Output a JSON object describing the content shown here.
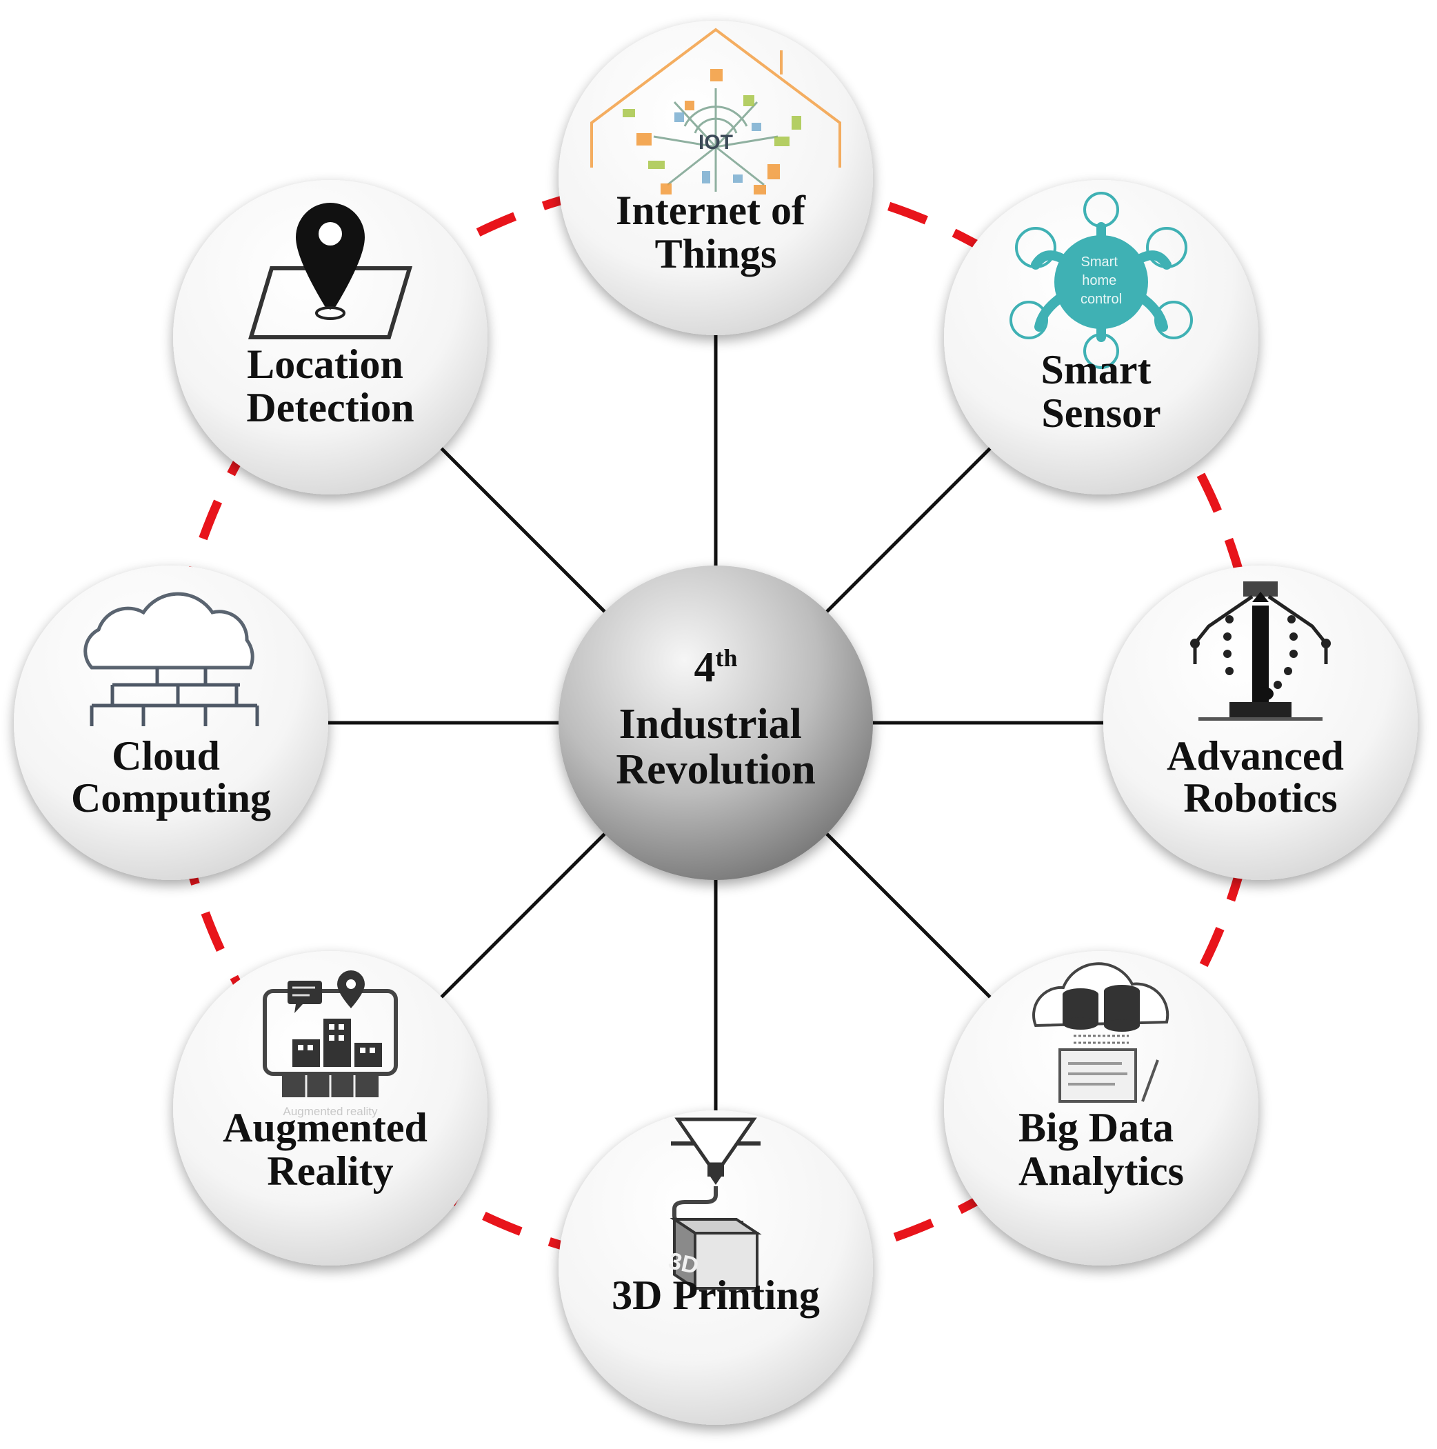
{
  "center": {
    "ordinal": "4",
    "ordinal_suffix": "th",
    "line1": "Industrial",
    "line2": "Revolution"
  },
  "nodes": [
    {
      "id": "iot",
      "icon": "iot-house-icon",
      "lines": [
        "Internet of",
        "Things"
      ],
      "icon_text": "IOT"
    },
    {
      "id": "smart-sensor",
      "icon": "smart-home-control-icon",
      "lines": [
        "Smart",
        "Sensor"
      ],
      "icon_text": [
        "Smart",
        "home",
        "control"
      ]
    },
    {
      "id": "advanced-robotics",
      "icon": "robot-arm-icon",
      "lines": [
        "Advanced",
        "Robotics"
      ]
    },
    {
      "id": "big-data-analytics",
      "icon": "cloud-database-icon",
      "lines": [
        "Big Data",
        "Analytics"
      ]
    },
    {
      "id": "3d-printing",
      "icon": "3d-printer-icon",
      "lines": [
        "3D Printing"
      ],
      "icon_text": "3D"
    },
    {
      "id": "augmented-reality",
      "icon": "augmented-reality-tablet-icon",
      "lines": [
        "Augmented",
        "Reality"
      ],
      "icon_text": "Augmented reality"
    },
    {
      "id": "cloud-computing",
      "icon": "cloud-network-icon",
      "lines": [
        "Cloud",
        "Computing"
      ]
    },
    {
      "id": "location-detection",
      "icon": "map-pin-icon",
      "lines": [
        "Location",
        "Detection"
      ]
    }
  ],
  "colors": {
    "dashed_ring": "#e8141b",
    "spokes": "#111111",
    "node_fill_light": "#ffffff",
    "node_fill_dark": "#d4d4d4",
    "center_fill_light": "#f4f4f4",
    "center_fill_dark": "#6e6e6e",
    "iot_orange": "#f29a3a",
    "sensor_teal": "#3fb1b4",
    "text": "#111111"
  }
}
